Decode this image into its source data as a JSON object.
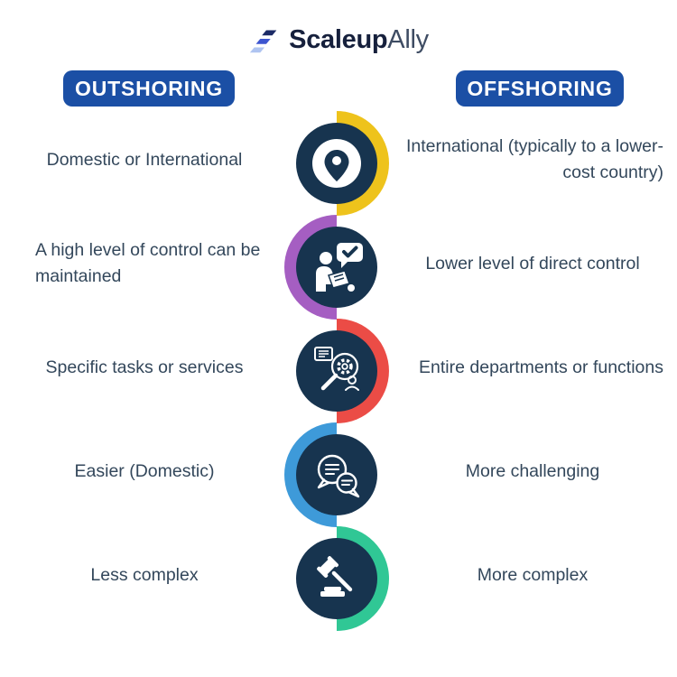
{
  "brand": {
    "name_bold": "Scaleup",
    "name_light": "Ally"
  },
  "columns": {
    "left_header": "OUTSHORING",
    "right_header": "OFFSHORING"
  },
  "rows": [
    {
      "icon": "location-pin-icon",
      "arc": "yellow",
      "left": "Domestic or International",
      "right": "International (typically to a lower-cost country)"
    },
    {
      "icon": "person-check-icon",
      "arc": "purple",
      "left": "A high level of control can be maintained",
      "right": "Lower level of direct control"
    },
    {
      "icon": "search-gear-icon",
      "arc": "red",
      "left": "Specific tasks or services",
      "right": "Entire departments or functions"
    },
    {
      "icon": "chat-bubbles-icon",
      "arc": "blue",
      "left": "Easier (Domestic)",
      "right": "More challenging"
    },
    {
      "icon": "gavel-icon",
      "arc": "green",
      "left": "Less complex",
      "right": "More complex"
    }
  ],
  "colors": {
    "yellow": "#EEC31C",
    "purple": "#A55EC2",
    "red": "#EB4C46",
    "blue": "#3E9AD9",
    "green": "#30C795",
    "navy": "#17344F",
    "headerBlue": "#1B4FA5",
    "text": "#33475B",
    "logoDark": "#16203C",
    "logoLight": "#3E4C63",
    "logoMark1": "#1C2B66",
    "logoMark2": "#3D55D0",
    "logoMark3": "#AFC4F1"
  }
}
